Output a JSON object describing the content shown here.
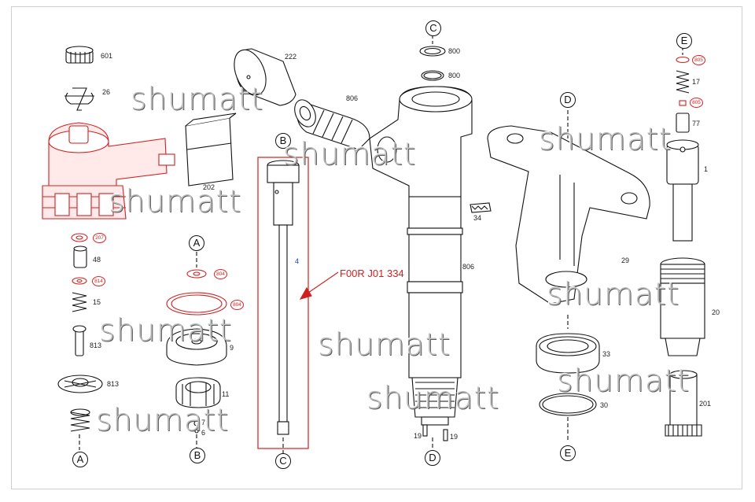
{
  "watermark": "shumatt",
  "callout": {
    "text": "F00R J01 334"
  },
  "circles": {
    "A": "A",
    "B": "B",
    "C": "C",
    "D": "D",
    "E": "E"
  },
  "labels": {
    "p601": "601",
    "p26": "26",
    "p222": "222",
    "p806a": "806",
    "p202": "202",
    "p48": "48",
    "p15": "15",
    "p813a": "813",
    "p813b": "813",
    "p9": "9",
    "p11": "11",
    "p7": "7",
    "p6": "6",
    "p4": "4",
    "p800a": "800",
    "p800b": "800",
    "p34": "34",
    "p806b": "806",
    "p19a": "19",
    "p19b": "19",
    "p29": "29",
    "p33": "33",
    "p30": "30",
    "p17": "17",
    "p77": "77",
    "p1": "1",
    "p20": "20",
    "p201": "201"
  },
  "red_labels": {
    "r207": "207",
    "r814": "814",
    "r804a": "804",
    "r804b": "804",
    "r805a": "805",
    "r805b": "805"
  },
  "colors": {
    "highlight": "#d12020",
    "line": "#111111",
    "watermark": "#bdbdbd"
  }
}
